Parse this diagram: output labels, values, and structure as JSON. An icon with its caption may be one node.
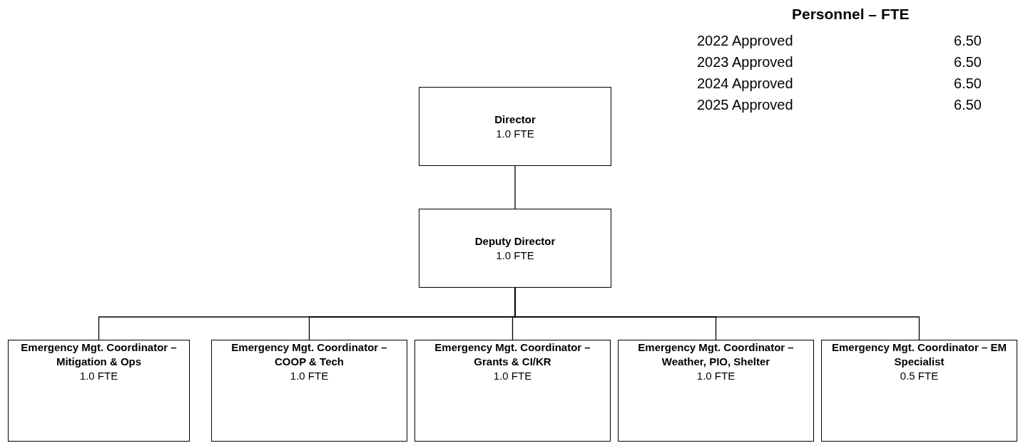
{
  "diagram": {
    "title": "Personnel – FTE",
    "nodes": [
      {
        "text": [
          "Director",
          "1.0 FTE"
        ]
      },
      {
        "text": [
          "Deputy Director",
          "1.0 FTE"
        ]
      },
      {
        "text": [
          "Emergency Mgt. Coordinator – Mitigation & Ops",
          "1.0 FTE"
        ]
      },
      {
        "text": [
          "Emergency Mgt. Coordinator – COOP & Tech",
          "1.0 FTE"
        ]
      },
      {
        "text": [
          "Emergency Mgt. Coordinator – Grants & CI/KR",
          "1.0 FTE"
        ]
      },
      {
        "text": [
          "Emergency Mgt. Coordinator – Weather, PIO, Shelter",
          "1.0 FTE"
        ]
      },
      {
        "text": [
          "Emergency Mgt. Coordinator – EM Specialist",
          "0.5 FTE"
        ]
      }
    ],
    "edges": [
      {
        "from": 0,
        "to": 1,
        "arrow": "none"
      },
      {
        "from": 1,
        "to": 2,
        "arrow": "none"
      },
      {
        "from": 1,
        "to": 3,
        "arrow": "none"
      },
      {
        "from": 1,
        "to": 4,
        "arrow": "none"
      },
      {
        "from": 1,
        "to": 5,
        "arrow": "none"
      },
      {
        "from": 1,
        "to": 6,
        "arrow": "none"
      }
    ],
    "labels": [
      "2022 Approved",
      "6.50",
      "2023 Approved",
      "6.50",
      "2024 Approved",
      "6.50",
      "2025 Approved",
      "6.50"
    ]
  }
}
